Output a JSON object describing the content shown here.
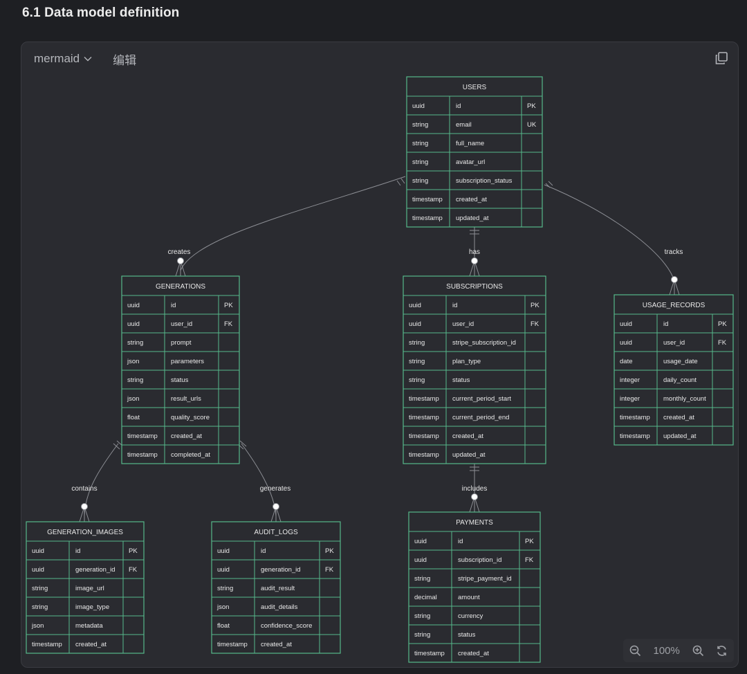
{
  "page": {
    "title": "6.1 Data model definition"
  },
  "panel": {
    "language_label": "mermaid",
    "edit_label": "编辑",
    "zoom_level": "100%"
  },
  "icons": {
    "copy": "copy-icon",
    "zoom_out": "zoom-out-icon",
    "zoom_in": "zoom-in-icon",
    "reset": "refresh-icon",
    "chevron": "chevron-down-icon"
  },
  "colors": {
    "entity_border": "#56b98b",
    "entity_fill": "#2a2b30",
    "text": "#e8e8e8",
    "edge": "#8d8f95"
  },
  "entities": [
    {
      "name": "USERS",
      "attributes": [
        [
          "uuid",
          "id",
          "PK"
        ],
        [
          "string",
          "email",
          "UK"
        ],
        [
          "string",
          "full_name",
          ""
        ],
        [
          "string",
          "avatar_url",
          ""
        ],
        [
          "string",
          "subscription_status",
          ""
        ],
        [
          "timestamp",
          "created_at",
          ""
        ],
        [
          "timestamp",
          "updated_at",
          ""
        ]
      ]
    },
    {
      "name": "GENERATIONS",
      "attributes": [
        [
          "uuid",
          "id",
          "PK"
        ],
        [
          "uuid",
          "user_id",
          "FK"
        ],
        [
          "string",
          "prompt",
          ""
        ],
        [
          "json",
          "parameters",
          ""
        ],
        [
          "string",
          "status",
          ""
        ],
        [
          "json",
          "result_urls",
          ""
        ],
        [
          "float",
          "quality_score",
          ""
        ],
        [
          "timestamp",
          "created_at",
          ""
        ],
        [
          "timestamp",
          "completed_at",
          ""
        ]
      ]
    },
    {
      "name": "SUBSCRIPTIONS",
      "attributes": [
        [
          "uuid",
          "id",
          "PK"
        ],
        [
          "uuid",
          "user_id",
          "FK"
        ],
        [
          "string",
          "stripe_subscription_id",
          ""
        ],
        [
          "string",
          "plan_type",
          ""
        ],
        [
          "string",
          "status",
          ""
        ],
        [
          "timestamp",
          "current_period_start",
          ""
        ],
        [
          "timestamp",
          "current_period_end",
          ""
        ],
        [
          "timestamp",
          "created_at",
          ""
        ],
        [
          "timestamp",
          "updated_at",
          ""
        ]
      ]
    },
    {
      "name": "USAGE_RECORDS",
      "attributes": [
        [
          "uuid",
          "id",
          "PK"
        ],
        [
          "uuid",
          "user_id",
          "FK"
        ],
        [
          "date",
          "usage_date",
          ""
        ],
        [
          "integer",
          "daily_count",
          ""
        ],
        [
          "integer",
          "monthly_count",
          ""
        ],
        [
          "timestamp",
          "created_at",
          ""
        ],
        [
          "timestamp",
          "updated_at",
          ""
        ]
      ]
    },
    {
      "name": "GENERATION_IMAGES",
      "attributes": [
        [
          "uuid",
          "id",
          "PK"
        ],
        [
          "uuid",
          "generation_id",
          "FK"
        ],
        [
          "string",
          "image_url",
          ""
        ],
        [
          "string",
          "image_type",
          ""
        ],
        [
          "json",
          "metadata",
          ""
        ],
        [
          "timestamp",
          "created_at",
          ""
        ]
      ]
    },
    {
      "name": "AUDIT_LOGS",
      "attributes": [
        [
          "uuid",
          "id",
          "PK"
        ],
        [
          "uuid",
          "generation_id",
          "FK"
        ],
        [
          "string",
          "audit_result",
          ""
        ],
        [
          "json",
          "audit_details",
          ""
        ],
        [
          "float",
          "confidence_score",
          ""
        ],
        [
          "timestamp",
          "created_at",
          ""
        ]
      ]
    },
    {
      "name": "PAYMENTS",
      "attributes": [
        [
          "uuid",
          "id",
          "PK"
        ],
        [
          "uuid",
          "subscription_id",
          "FK"
        ],
        [
          "string",
          "stripe_payment_id",
          ""
        ],
        [
          "decimal",
          "amount",
          ""
        ],
        [
          "string",
          "currency",
          ""
        ],
        [
          "string",
          "status",
          ""
        ],
        [
          "timestamp",
          "created_at",
          ""
        ]
      ]
    }
  ],
  "relationships": [
    {
      "from": "USERS",
      "to": "GENERATIONS",
      "label": "creates"
    },
    {
      "from": "USERS",
      "to": "SUBSCRIPTIONS",
      "label": "has"
    },
    {
      "from": "USERS",
      "to": "USAGE_RECORDS",
      "label": "tracks"
    },
    {
      "from": "GENERATIONS",
      "to": "GENERATION_IMAGES",
      "label": "contains"
    },
    {
      "from": "GENERATIONS",
      "to": "AUDIT_LOGS",
      "label": "generates"
    },
    {
      "from": "SUBSCRIPTIONS",
      "to": "PAYMENTS",
      "label": "includes"
    }
  ]
}
